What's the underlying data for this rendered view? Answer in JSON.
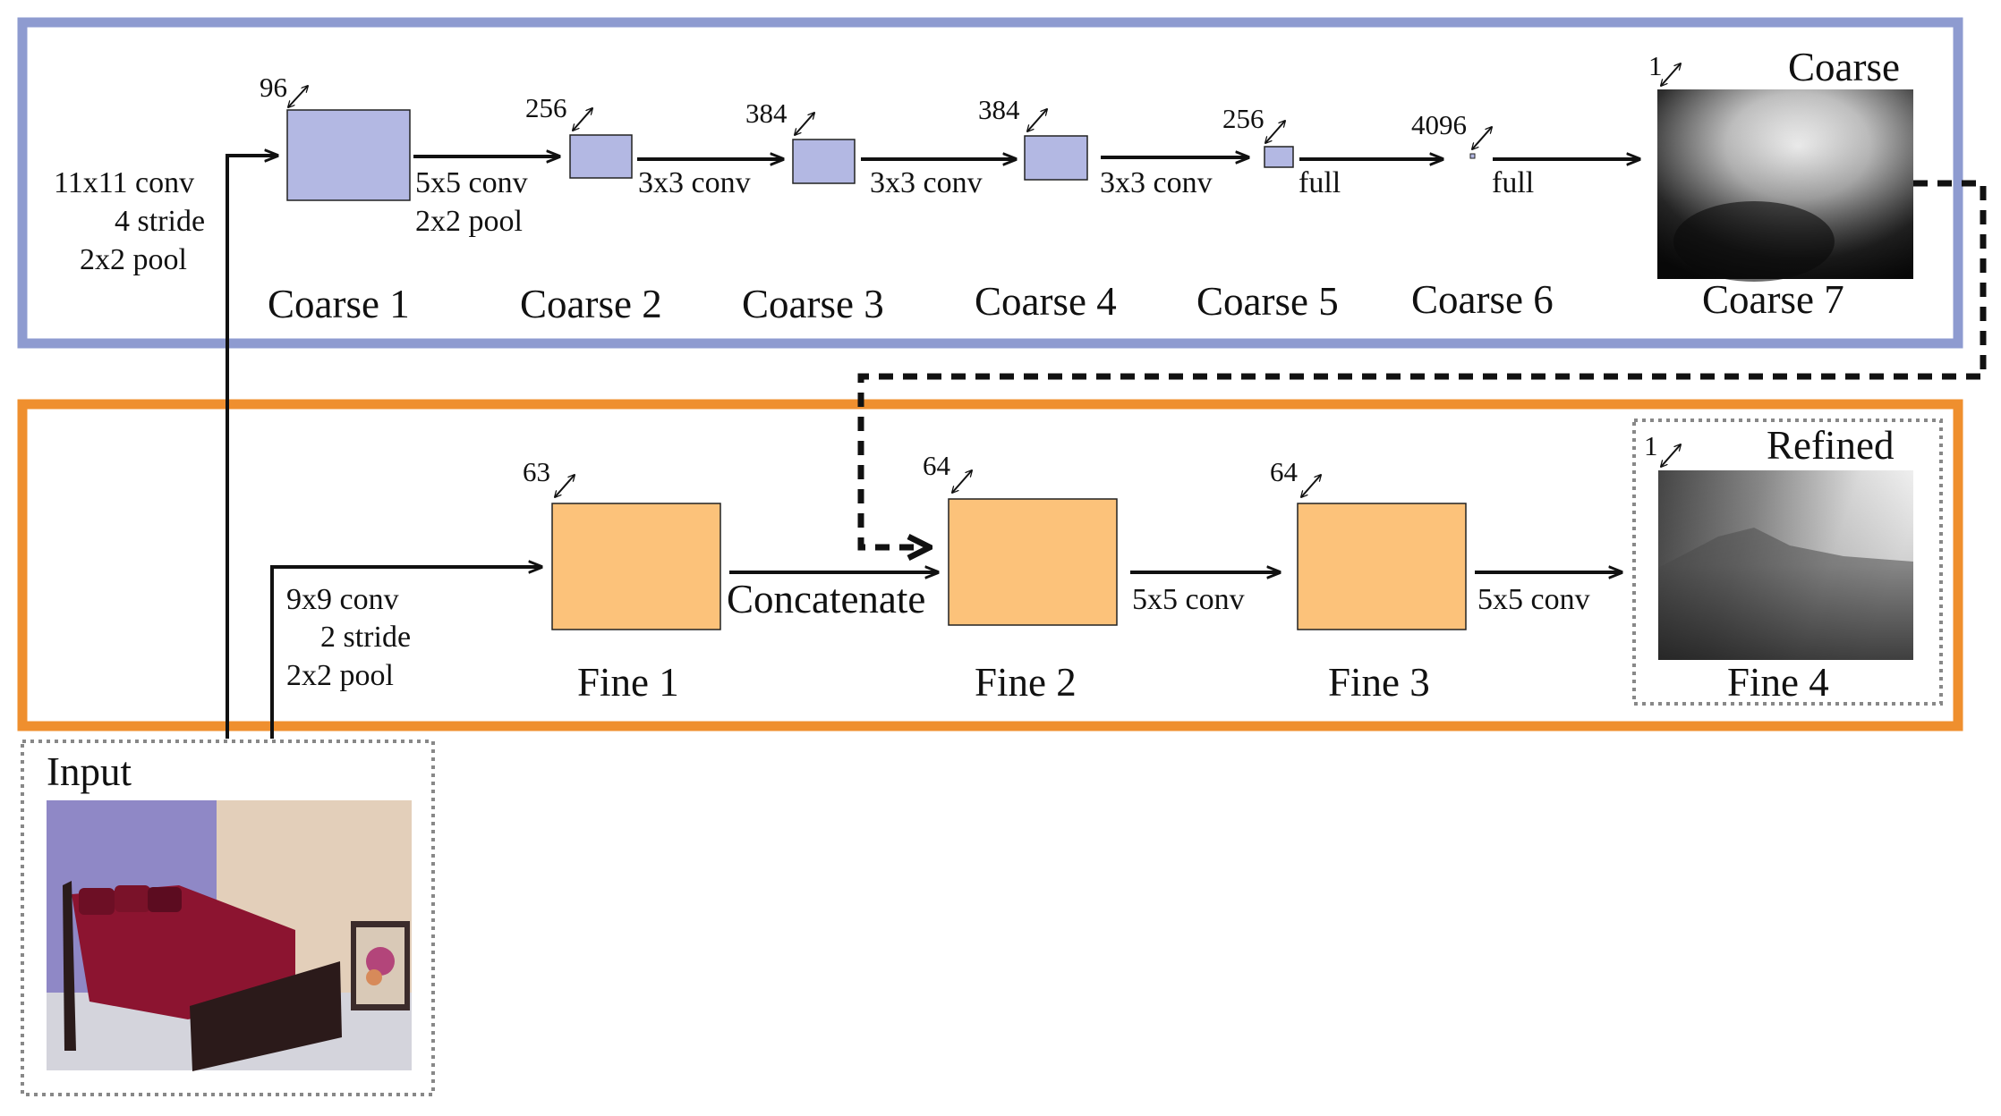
{
  "colors": {
    "coarse_panel_border": "#8e9bd0",
    "fine_panel_border": "#ef8f2e",
    "coarse_box_fill": "#b3b8e3",
    "fine_box_fill": "#fcc27a",
    "line": "#111111",
    "dotted_border": "#888888"
  },
  "coarse": {
    "output_label": "Coarse",
    "input_op": [
      "11x11 conv",
      "4 stride",
      "2x2 pool"
    ],
    "layers": [
      {
        "name": "Coarse 1",
        "depth": "96"
      },
      {
        "name": "Coarse 2",
        "depth": "256"
      },
      {
        "name": "Coarse 3",
        "depth": "384"
      },
      {
        "name": "Coarse 4",
        "depth": "384"
      },
      {
        "name": "Coarse 5",
        "depth": "256"
      },
      {
        "name": "Coarse 6",
        "depth": "4096"
      },
      {
        "name": "Coarse 7",
        "depth": "1"
      }
    ],
    "ops": [
      [
        "5x5 conv",
        "2x2 pool"
      ],
      [
        "3x3 conv"
      ],
      [
        "3x3 conv"
      ],
      [
        "3x3 conv"
      ],
      [
        "full"
      ],
      [
        "full"
      ]
    ]
  },
  "fine": {
    "output_label": "Refined",
    "input_op": [
      "9x9 conv",
      "2 stride",
      "2x2 pool"
    ],
    "concat_label": "Concatenate",
    "layers": [
      {
        "name": "Fine 1",
        "depth": "63"
      },
      {
        "name": "Fine 2",
        "depth": "64"
      },
      {
        "name": "Fine 3",
        "depth": "64"
      },
      {
        "name": "Fine 4",
        "depth": "1"
      }
    ],
    "ops": [
      "5x5 conv",
      "5x5 conv"
    ]
  },
  "input": {
    "label": "Input"
  },
  "icons": {
    "depth_marker": "double-arrow-icon",
    "coarse_output": "coarse-depth-map-image",
    "fine_output": "refined-depth-map-image",
    "input_image": "bedroom-photo-image"
  }
}
